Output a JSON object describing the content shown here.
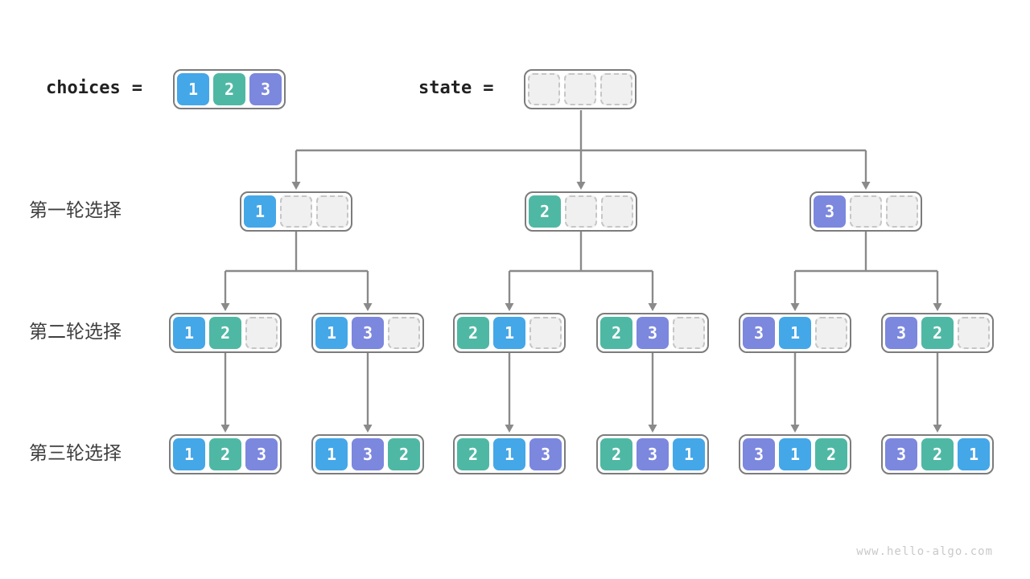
{
  "diagram": {
    "watermark": "www.hello-algo.com"
  },
  "header": {
    "choices_label": "choices",
    "choices_equals": "=",
    "choices_values": [
      1,
      2,
      3
    ],
    "state_label": "state",
    "state_equals": "=",
    "state_values": [
      null,
      null,
      null
    ]
  },
  "colors": {
    "value_1": "#44A7E8",
    "value_2": "#4FB8A4",
    "value_3": "#7C87DE",
    "box_border": "#7C7C7C",
    "empty_cell_fill": "#F0F0F0",
    "empty_cell_border": "#C6C6C6",
    "arrow": "#8A8A8A",
    "label_text": "#3F3F3F",
    "code_text": "#212121",
    "watermark_text": "#C9C9C9"
  },
  "rounds": [
    {
      "label": "第一轮选择",
      "states": [
        [
          1,
          null,
          null
        ],
        [
          2,
          null,
          null
        ],
        [
          3,
          null,
          null
        ]
      ]
    },
    {
      "label": "第二轮选择",
      "states": [
        [
          1,
          2,
          null
        ],
        [
          1,
          3,
          null
        ],
        [
          2,
          1,
          null
        ],
        [
          2,
          3,
          null
        ],
        [
          3,
          1,
          null
        ],
        [
          3,
          2,
          null
        ]
      ]
    },
    {
      "label": "第三轮选择",
      "states": [
        [
          1,
          2,
          3
        ],
        [
          1,
          3,
          2
        ],
        [
          2,
          1,
          3
        ],
        [
          2,
          3,
          1
        ],
        [
          3,
          1,
          2
        ],
        [
          3,
          2,
          1
        ]
      ]
    }
  ]
}
